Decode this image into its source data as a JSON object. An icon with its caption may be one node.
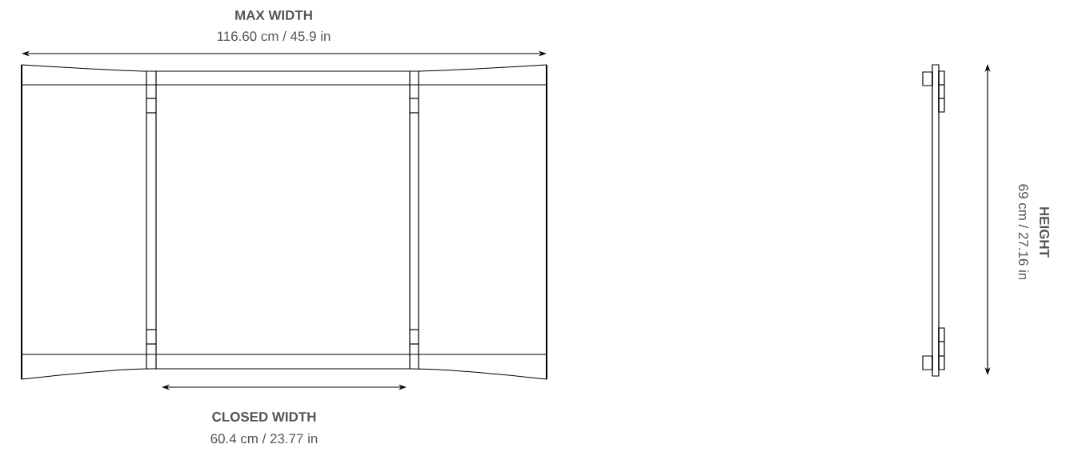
{
  "diagram": {
    "labels": [
      "MAX WIDTH",
      "116.60 cm / 45.9 in",
      "CLOSED WIDTH",
      "60.4 cm / 23.77 in",
      "HEIGHT",
      "69 cm / 27.16 in"
    ]
  }
}
